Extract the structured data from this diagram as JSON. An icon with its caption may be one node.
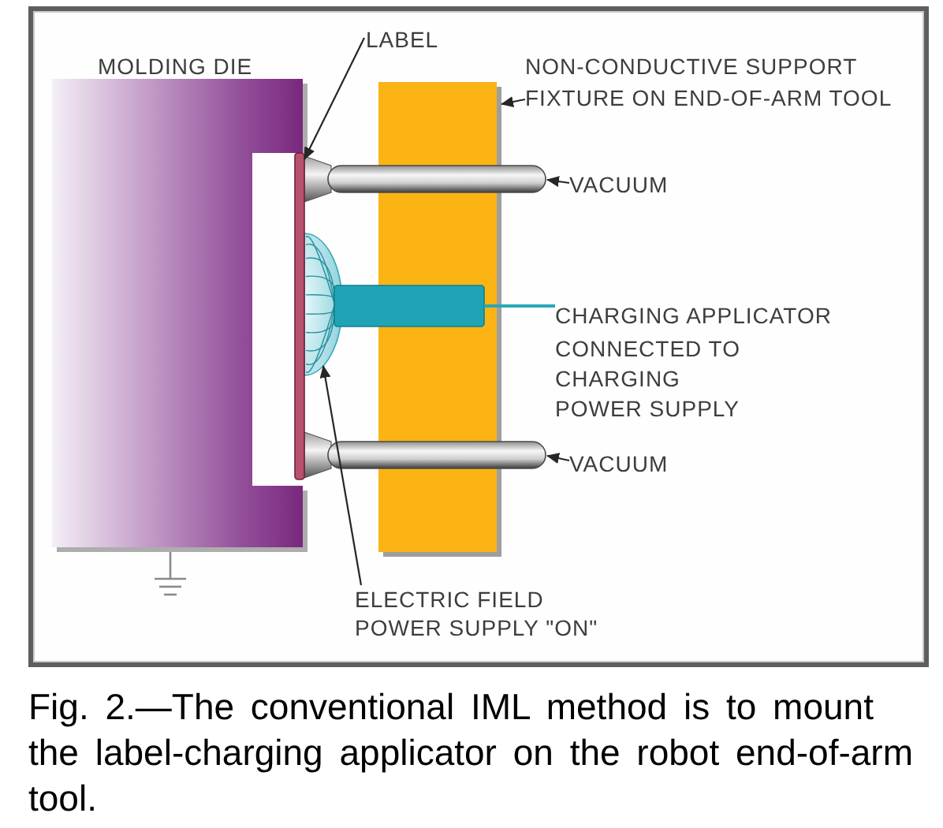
{
  "diagram": {
    "caption": "Fig. 2.—The conventional IML method is to mount the label-charging applicator on the robot end-of-arm tool.",
    "nodes": [
      {
        "text": [
          "LABEL"
        ]
      },
      {
        "text": [
          "NON-CONDUCTIVE SUPPORT FIXTURE ON END-OF-ARM TOOL"
        ]
      },
      {
        "text": [
          "VACUUM"
        ]
      },
      {
        "text": [
          "CHARGING APPLICATOR",
          "CONNECTED TO CHARGING POWER SUPPLY"
        ]
      },
      {
        "text": [
          "VACUUM"
        ]
      },
      {
        "text": [
          "ELECTRIC FIELD POWER SUPPLY \"ON\""
        ]
      },
      {
        "text": [],
        "shape": "bar"
      },
      {
        "text": [],
        "shape": "box"
      },
      {
        "text": [],
        "shape": "cylinder"
      },
      {
        "text": [],
        "shape": "bar"
      },
      {
        "text": [],
        "shape": "cylinder"
      },
      {
        "text": [],
        "shape": "picture"
      }
    ],
    "edges": [
      {
        "from": 0,
        "to": 6,
        "arrow": "to"
      },
      {
        "from": 1,
        "to": 7,
        "arrow": "to"
      },
      {
        "from": 2,
        "to": 8,
        "arrow": "to"
      },
      {
        "from": 3,
        "to": 9,
        "arrow": "none",
        "color": "#2aa7b8"
      },
      {
        "from": 4,
        "to": 10,
        "arrow": "to"
      },
      {
        "from": 5,
        "to": 11,
        "arrow": "to"
      }
    ],
    "labels": [
      "MOLDING DIE"
    ]
  }
}
